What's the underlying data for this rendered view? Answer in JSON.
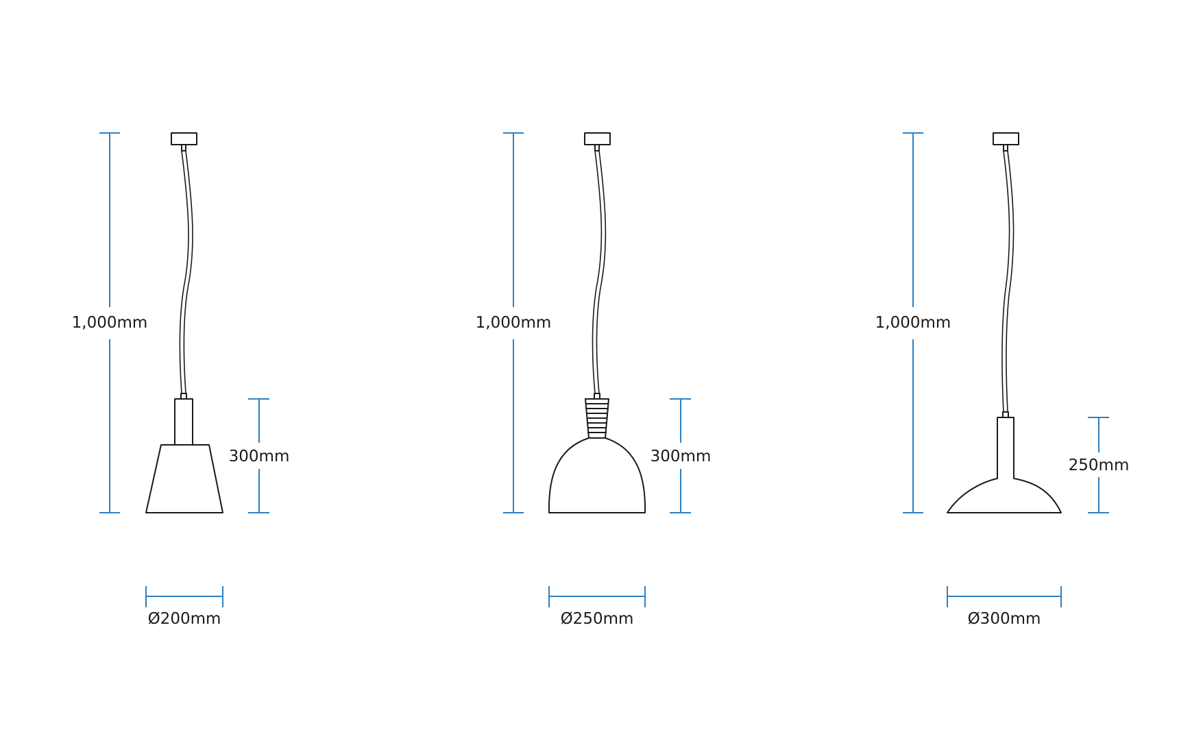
{
  "lamps": [
    {
      "total_height_label": "1,000mm",
      "shade_height_label": "300mm",
      "diameter_label": "Ø200mm"
    },
    {
      "total_height_label": "1,000mm",
      "shade_height_label": "300mm",
      "diameter_label": "Ø250mm"
    },
    {
      "total_height_label": "1,000mm",
      "shade_height_label": "250mm",
      "diameter_label": "Ø300mm"
    }
  ],
  "colors": {
    "outline": "#1a1a1a",
    "dimension": "#2f7fc1",
    "background": "#ffffff"
  }
}
